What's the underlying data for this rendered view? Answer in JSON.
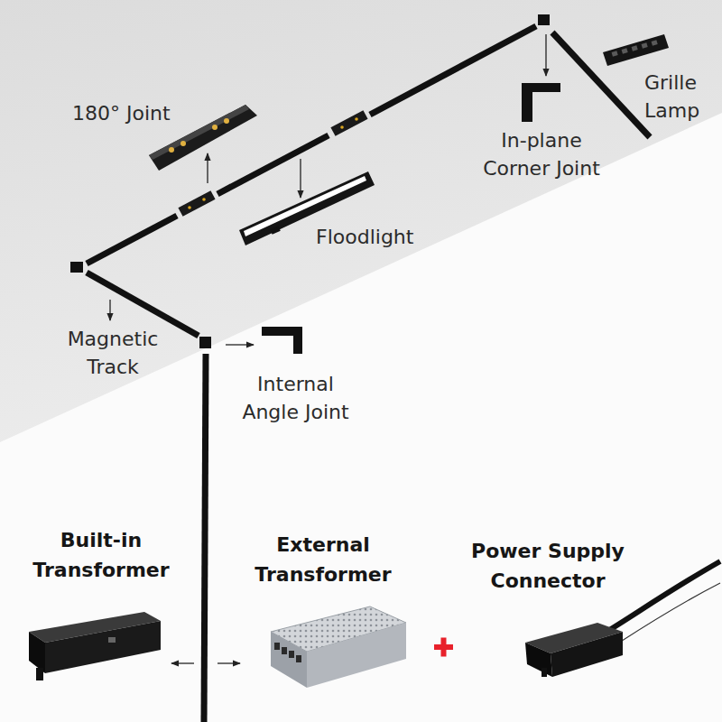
{
  "diagram": {
    "labels": [
      "180° Joint",
      "In-plane Corner Joint",
      "Grille Lamp",
      "Floodlight",
      "Magnetic Track",
      "Internal Angle Joint",
      "Built-in Transformer",
      "External Transformer",
      "Power Supply Connector"
    ]
  }
}
